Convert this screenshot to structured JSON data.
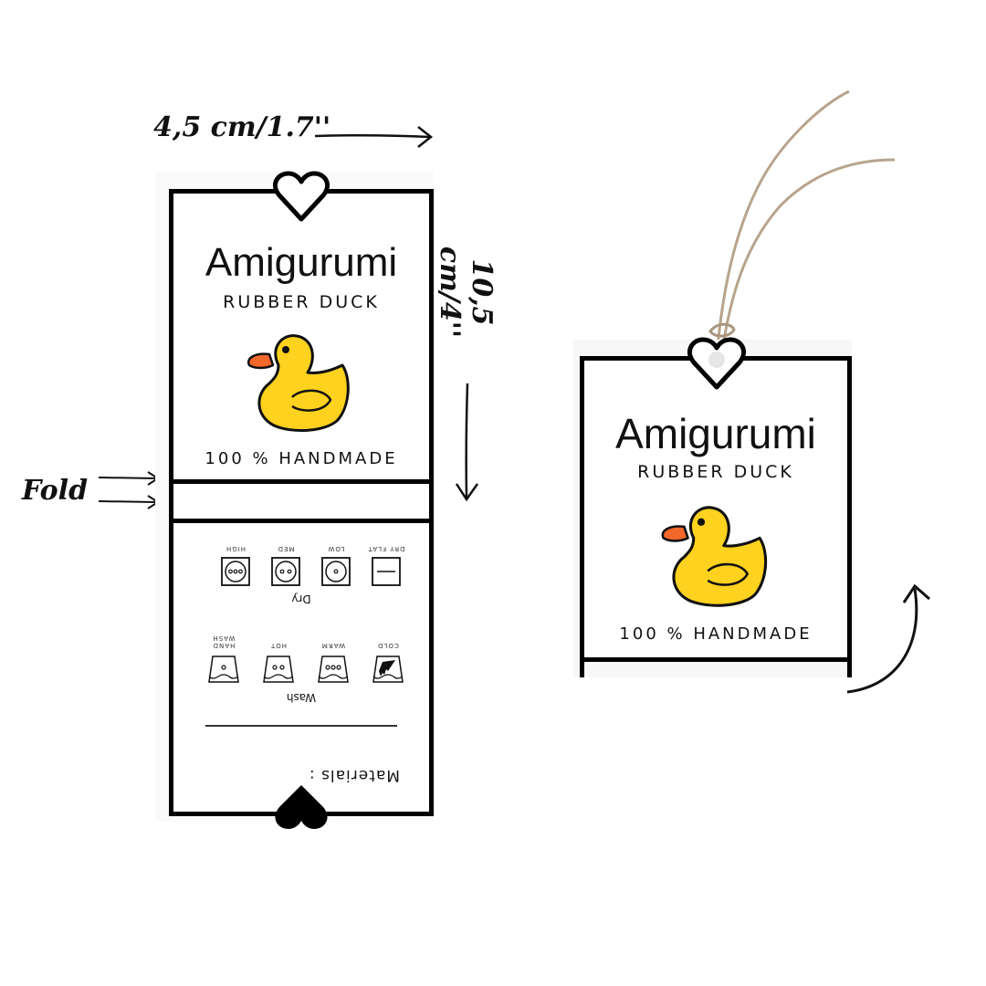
{
  "dimensions": {
    "width_label": "4,5 cm/1.7''",
    "height_label": "10,5 cm/4''",
    "fold_label": "Fold"
  },
  "tag": {
    "title": "Amigurumi",
    "subtitle": "RUBBER DUCK",
    "handmade": "100 % HANDMADE",
    "materials_label": "Materials :"
  },
  "care": {
    "dry_title": "Dry",
    "dry": [
      {
        "label": "HIGH",
        "icon": "dryer-high-icon"
      },
      {
        "label": "MED",
        "icon": "dryer-medium-icon"
      },
      {
        "label": "LOW",
        "icon": "dryer-low-icon"
      },
      {
        "label": "DRY FLAT",
        "icon": "dry-flat-icon"
      }
    ],
    "wash_title": "Wash",
    "wash": [
      {
        "label": "HAND WASH",
        "icon": "hand-wash-icon"
      },
      {
        "label": "HOT",
        "icon": "wash-hot-icon"
      },
      {
        "label": "WARM",
        "icon": "wash-warm-icon"
      },
      {
        "label": "COLD",
        "icon": "wash-cold-icon"
      }
    ]
  },
  "colors": {
    "duck_yellow": "#FFD21F",
    "duck_beak": "#F2672A",
    "frame": "#000000",
    "string": "#B7A48C"
  }
}
